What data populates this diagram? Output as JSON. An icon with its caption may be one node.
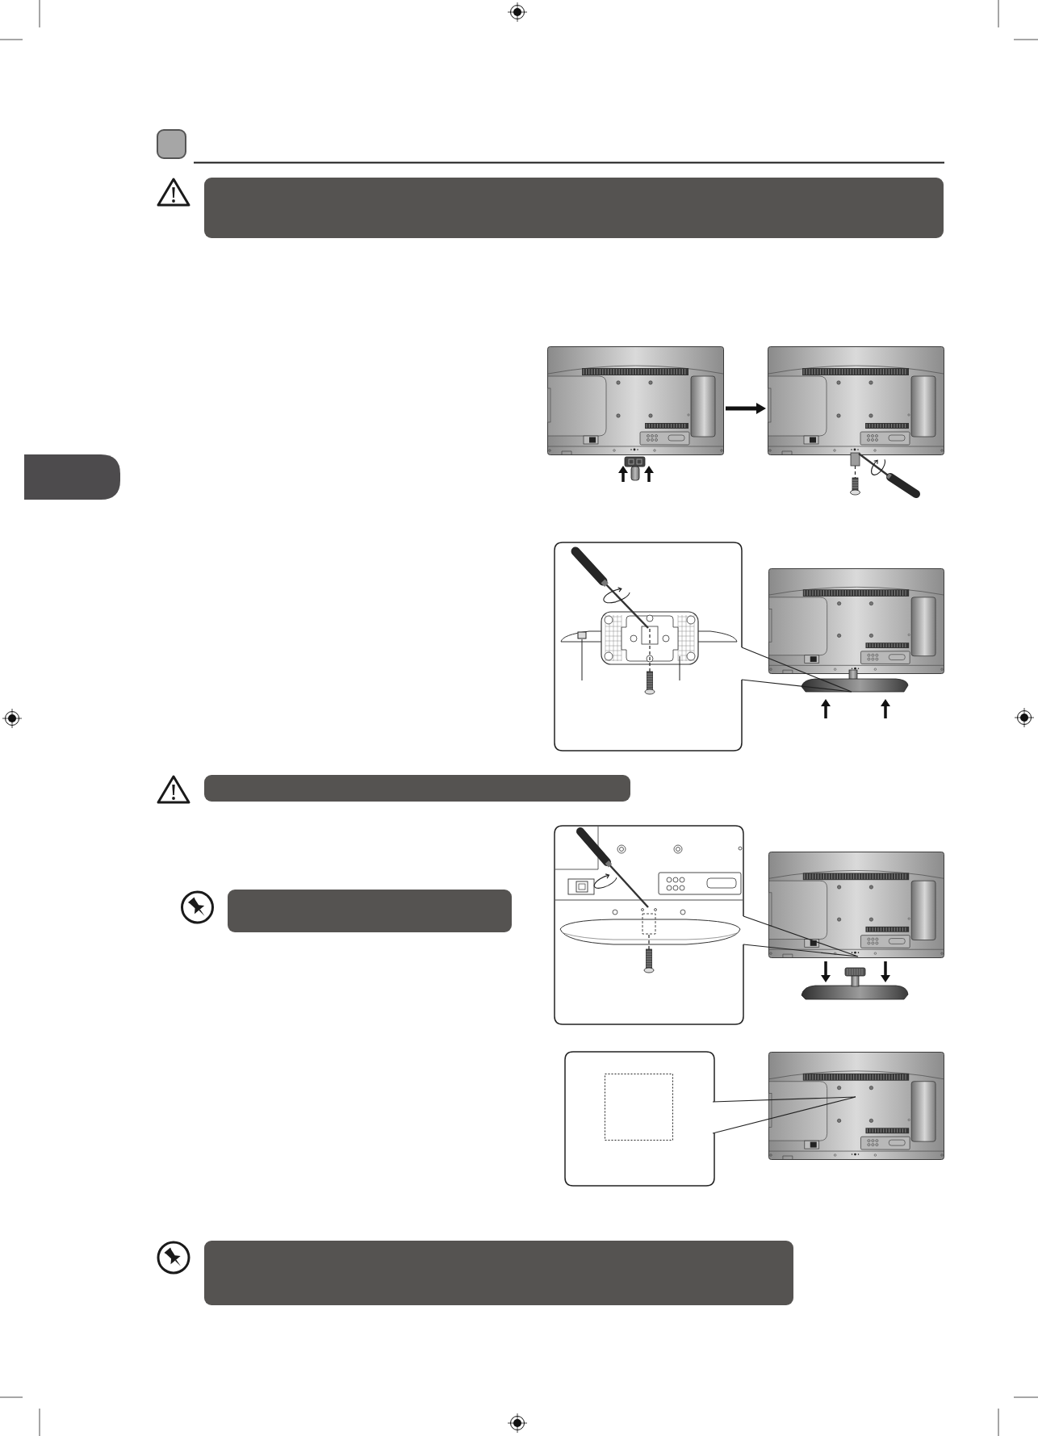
{
  "diagram": {
    "nodes": [
      {
        "text": [],
        "shape": "box"
      },
      {
        "text": [],
        "shape": "picture"
      },
      {
        "text": [],
        "shape": "picture"
      },
      {
        "text": [],
        "shape": "box"
      },
      {
        "text": [],
        "shape": "box"
      },
      {
        "text": [],
        "shape": "box"
      }
    ],
    "edges": [
      {
        "from": 1,
        "to": 2,
        "arrow": "to"
      }
    ]
  }
}
